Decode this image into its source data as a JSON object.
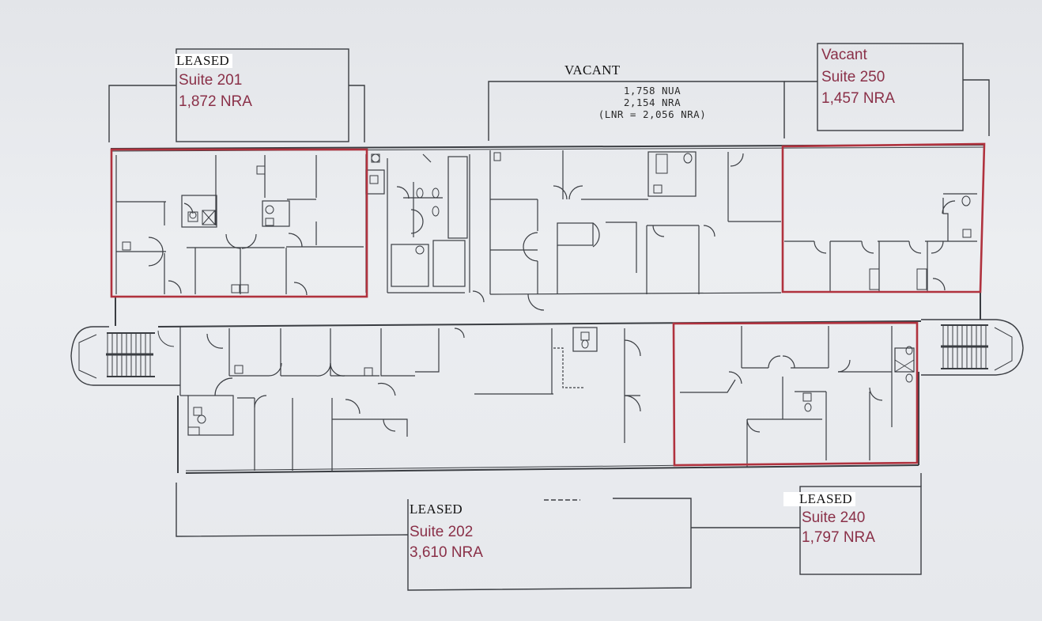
{
  "colors": {
    "paper": "#e9ebee",
    "wall": "#3a3d42",
    "suite_outline": "#b0323e",
    "suite_text": "#8a3048",
    "status_text": "#111111"
  },
  "suites": {
    "s201": {
      "status": "LEASED",
      "suite": "Suite 201",
      "area": "1,872 NRA"
    },
    "vacant_center": {
      "status": "VACANT",
      "nua": "1,758 NUA",
      "nra": "2,154 NRA",
      "lnr": "(LNR = 2,056 NRA)"
    },
    "s250": {
      "status": "Vacant",
      "suite": "Suite 250",
      "area": "1,457 NRA"
    },
    "s202": {
      "status": "LEASED",
      "suite": "Suite 202",
      "area": "3,610 NRA"
    },
    "s240": {
      "status": "LEASED",
      "suite": "Suite 240",
      "area": "1,797 NRA"
    }
  }
}
